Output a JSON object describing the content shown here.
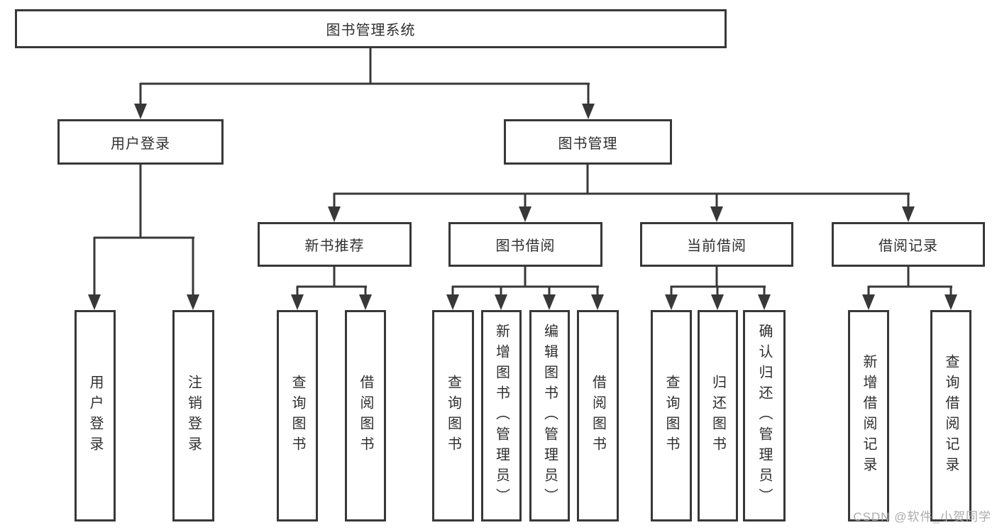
{
  "tree": {
    "label": "图书管理系统",
    "children": [
      {
        "label": "用户登录",
        "children": [
          {
            "label": "用户登录"
          },
          {
            "label": "注销登录"
          }
        ]
      },
      {
        "label": "图书管理",
        "children": [
          {
            "label": "新书推荐",
            "children": [
              {
                "label": "查询图书"
              },
              {
                "label": "借阅图书"
              }
            ]
          },
          {
            "label": "图书借阅",
            "children": [
              {
                "label": "查询图书"
              },
              {
                "label": "新增图书（管理员）"
              },
              {
                "label": "编辑图书（管理员）"
              },
              {
                "label": "借阅图书"
              }
            ]
          },
          {
            "label": "当前借阅",
            "children": [
              {
                "label": "查询图书"
              },
              {
                "label": "归还图书"
              },
              {
                "label": "确认归还（管理员）"
              }
            ]
          },
          {
            "label": "借阅记录",
            "children": [
              {
                "label": "新增借阅记录"
              },
              {
                "label": "查询借阅记录"
              }
            ]
          }
        ]
      }
    ]
  },
  "watermark": "CSDN @软件_小贺同学",
  "colors": {
    "line": "#383838",
    "text": "#2f2f2f",
    "watermark": "#ababab",
    "background": "#ffffff"
  }
}
